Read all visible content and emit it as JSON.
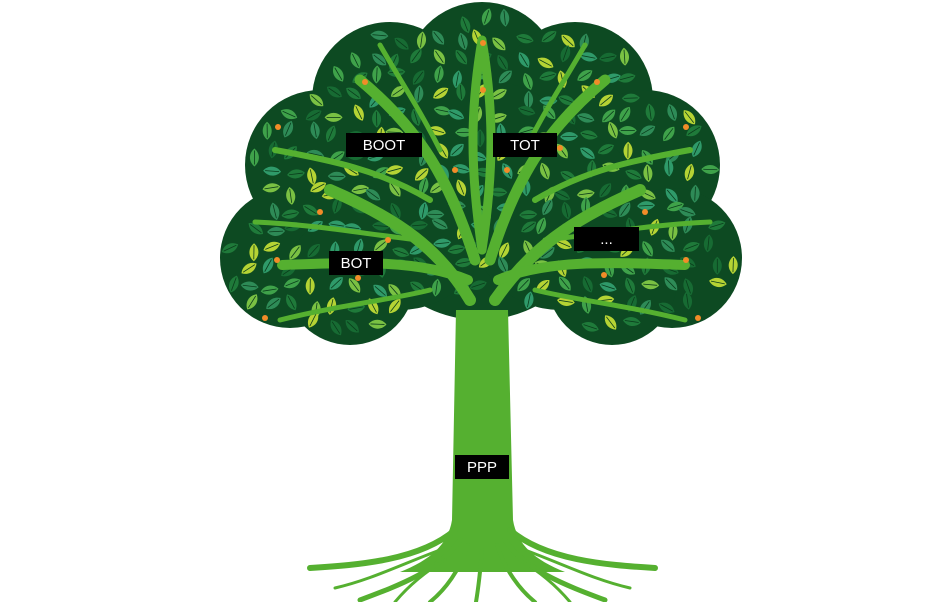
{
  "colors": {
    "canopy": "#0d4a22",
    "canopy_edge": "#0a3d1b",
    "trunk": "#55b030",
    "leaf_palette": [
      "#1f7a3a",
      "#2e8b57",
      "#3fa24a",
      "#7ac143",
      "#b5d334",
      "#2f9a6a",
      "#176b33"
    ],
    "fruit": "#f28c28",
    "label_bg": "#000000",
    "label_text": "#ffffff"
  },
  "labels": {
    "boot": "BOOT",
    "tot": "TOT",
    "bot": "BOT",
    "ellipsis": "...",
    "ppp": "PPP"
  }
}
